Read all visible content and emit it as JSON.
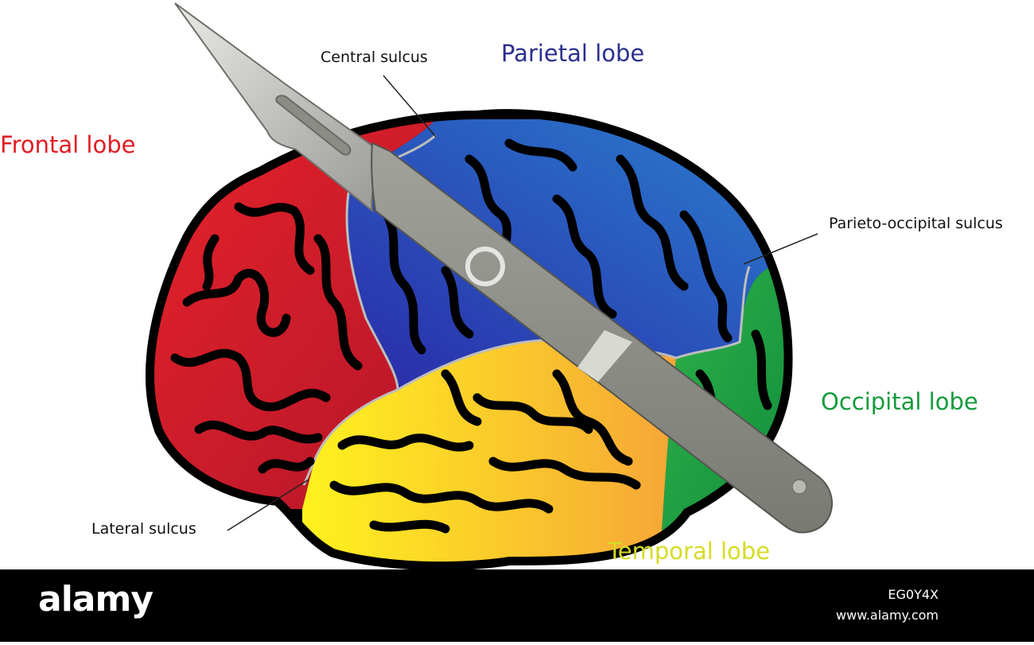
{
  "labels": {
    "frontal": "Frontal lobe",
    "parietal": "Parietal lobe",
    "occipital": "Occipital lobe",
    "temporal": "Temporal lobe",
    "central_sulcus": "Central sulcus",
    "parieto_occipital_sulcus": "Parieto-occipital sulcus",
    "lateral_sulcus": "Lateral sulcus"
  },
  "colors": {
    "frontal": "#e21b22",
    "parietal": "#2b2f8f",
    "occipital": "#149b3c",
    "temporal": "#d6dc24",
    "frontal_fill": "#d81e2a",
    "parietal_fill": "#1f4ec0",
    "occipital_fill": "#1aa33a",
    "temporal_fill": "#f7c52a",
    "scalpel": "#8c8c86"
  },
  "watermark": {
    "brand": "alamy",
    "image_id": "EG0Y4X",
    "site": "www.alamy.com"
  },
  "icons": [
    "brain-illustration",
    "scalpel-icon"
  ]
}
